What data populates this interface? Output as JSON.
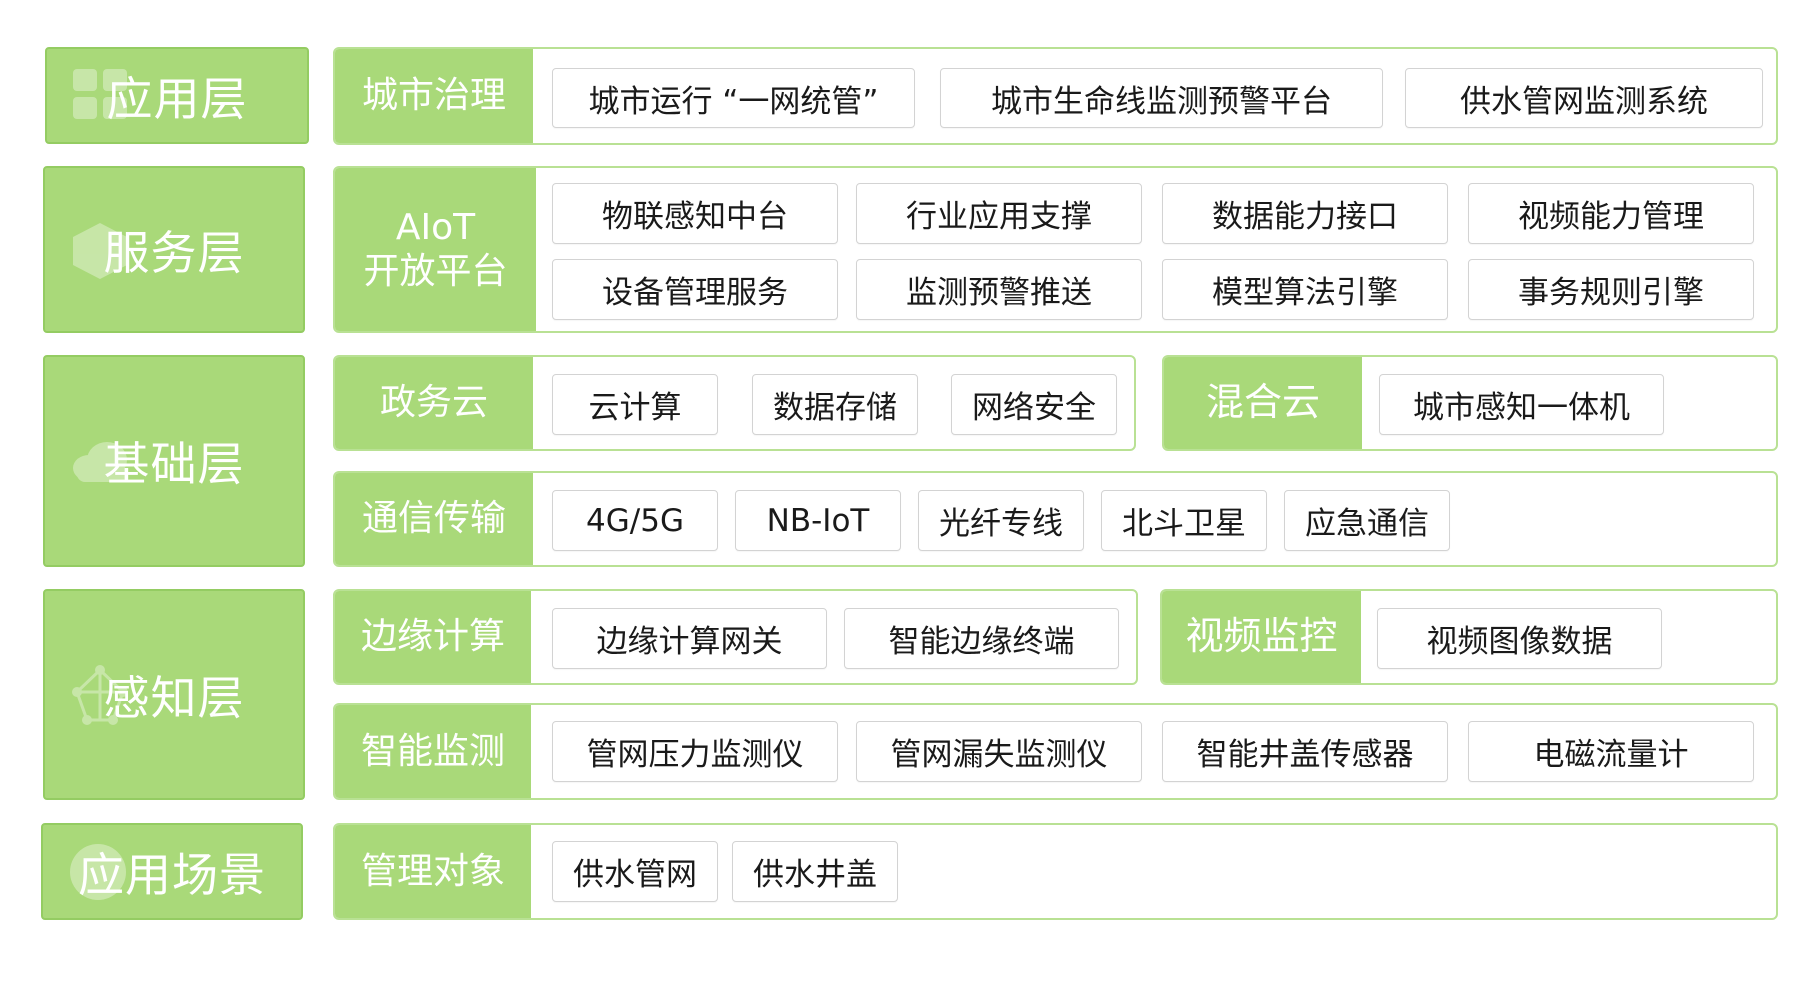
{
  "layers": {
    "application": "应用层",
    "service": "服务层",
    "foundation": "基础层",
    "perception": "感知层",
    "scenario": "应用场景"
  },
  "city_governance": {
    "title": "城市治理",
    "items": [
      "城市运行 “一网统管”",
      "城市生命线监测预警平台",
      "供水管网监测系统"
    ]
  },
  "aiot": {
    "title_line1": "AIoT",
    "title_line2": "开放平台",
    "items": [
      "物联感知中台",
      "行业应用支撑",
      "数据能力接口",
      "视频能力管理",
      "设备管理服务",
      "监测预警推送",
      "模型算法引擎",
      "事务规则引擎"
    ]
  },
  "gov_cloud": {
    "title": "政务云",
    "items": [
      "云计算",
      "数据存储",
      "网络安全"
    ]
  },
  "hybrid_cloud": {
    "title": "混合云",
    "items": [
      "城市感知一体机"
    ]
  },
  "communication": {
    "title": "通信传输",
    "items": [
      "4G/5G",
      "NB-IoT",
      "光纤专线",
      "北斗卫星",
      "应急通信"
    ]
  },
  "edge_computing": {
    "title": "边缘计算",
    "items": [
      "边缘计算网关",
      "智能边缘终端"
    ]
  },
  "video_monitoring": {
    "title": "视频监控",
    "items": [
      "视频图像数据"
    ]
  },
  "smart_monitoring": {
    "title": "智能监测",
    "items": [
      "管网压力监测仪",
      "管网漏失监测仪",
      "智能井盖传感器",
      "电磁流量计"
    ]
  },
  "management_objects": {
    "title": "管理对象",
    "items": [
      "供水管网",
      "供水井盖"
    ]
  },
  "colors": {
    "green_fill": "#a9d979",
    "green_border": "#b9e194",
    "item_border": "#d3d3d3"
  }
}
